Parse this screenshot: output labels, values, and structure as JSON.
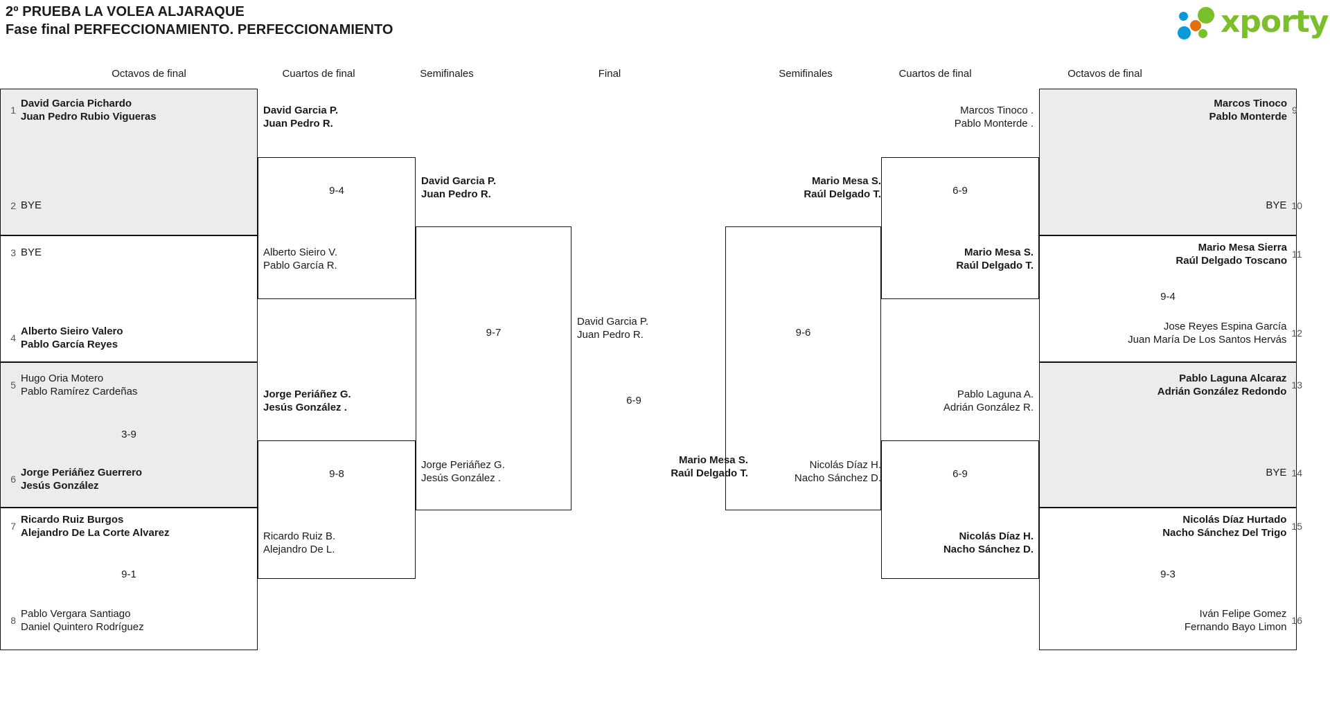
{
  "header": {
    "title_line1": "2º PRUEBA LA VOLEA ALJARAQUE",
    "title_line2": "Fase final PERFECCIONAMIENTO. PERFECCIONAMIENTO",
    "logo_text": "xporty",
    "logo_colors": {
      "green": "#7bbf2a",
      "blue": "#0b9ad6",
      "orange": "#e2710d"
    }
  },
  "round_headers": [
    {
      "label": "Octavos de final"
    },
    {
      "label": "Cuartos de final"
    },
    {
      "label": "Semifinales"
    },
    {
      "label": "Final"
    },
    {
      "label": "Semifinales"
    },
    {
      "label": "Cuartos de final"
    },
    {
      "label": "Octavos de final"
    }
  ],
  "left": {
    "r16": [
      {
        "seed": "1",
        "p1": "David Garcia Pichardo",
        "p2": "Juan Pedro Rubio Vigueras",
        "winner": true,
        "bye": false
      },
      {
        "seed": "2",
        "p1": "BYE",
        "p2": "",
        "winner": false,
        "bye": true
      },
      {
        "seed": "3",
        "p1": "BYE",
        "p2": "",
        "winner": false,
        "bye": true
      },
      {
        "seed": "4",
        "p1": "Alberto Sieiro Valero",
        "p2": "Pablo García Reyes",
        "winner": true,
        "bye": false
      },
      {
        "seed": "5",
        "p1": "Hugo Oria Motero",
        "p2": "Pablo Ramírez Cardeñas",
        "winner": false,
        "bye": false
      },
      {
        "seed": "6",
        "p1": "Jorge Periáñez Guerrero",
        "p2": "Jesús González",
        "winner": true,
        "bye": false
      },
      {
        "seed": "7",
        "p1": "Ricardo Ruiz Burgos",
        "p2": "Alejandro De La Corte Alvarez",
        "winner": true,
        "bye": false
      },
      {
        "seed": "8",
        "p1": "Pablo Vergara Santiago",
        "p2": "Daniel Quintero Rodríguez",
        "winner": false,
        "bye": false
      }
    ],
    "r16_scores": [
      "",
      "3-9",
      "9-1"
    ],
    "qf": [
      {
        "p1": "David Garcia P.",
        "p2": "Juan Pedro R.",
        "winner": true
      },
      {
        "p1": "Alberto Sieiro V.",
        "p2": "Pablo García R.",
        "winner": false
      },
      {
        "p1": "Jorge Periáñez G.",
        "p2": "Jesús González .",
        "winner": true
      },
      {
        "p1": "Ricardo Ruiz B.",
        "p2": "Alejandro De L.",
        "winner": false
      }
    ],
    "qf_scores": [
      "9-4",
      "9-8"
    ],
    "sf": [
      {
        "p1": "David Garcia P.",
        "p2": "Juan Pedro R.",
        "winner": true
      },
      {
        "p1": "Jorge Periáñez G.",
        "p2": "Jesús González .",
        "winner": false
      }
    ],
    "sf_scores": [
      "9-7"
    ],
    "final": {
      "p1": "David Garcia P.",
      "p2": "Juan Pedro R.",
      "winner": false
    }
  },
  "final_score": "6-9",
  "right": {
    "r16": [
      {
        "seed": "9",
        "p1": "Marcos Tinoco",
        "p2": "Pablo Monterde",
        "winner": true,
        "bye": false
      },
      {
        "seed": "10",
        "p1": "BYE",
        "p2": "",
        "winner": false,
        "bye": true
      },
      {
        "seed": "11",
        "p1": "Mario Mesa Sierra",
        "p2": "Raúl Delgado Toscano",
        "winner": true,
        "bye": false
      },
      {
        "seed": "12",
        "p1": "Jose Reyes Espina García",
        "p2": "Juan María De Los Santos Hervás",
        "winner": false,
        "bye": false
      },
      {
        "seed": "13",
        "p1": "Pablo Laguna Alcaraz",
        "p2": "Adrián González Redondo",
        "winner": true,
        "bye": false
      },
      {
        "seed": "14",
        "p1": "BYE",
        "p2": "",
        "winner": false,
        "bye": true
      },
      {
        "seed": "15",
        "p1": "Nicolás Díaz Hurtado",
        "p2": "Nacho Sánchez Del Trigo",
        "winner": true,
        "bye": false
      },
      {
        "seed": "16",
        "p1": "Iván Felipe Gomez",
        "p2": "Fernando Bayo Limon",
        "winner": false,
        "bye": false
      }
    ],
    "r16_scores": [
      "",
      "9-4",
      "",
      "9-3"
    ],
    "qf": [
      {
        "p1": "Marcos Tinoco .",
        "p2": "Pablo Monterde .",
        "winner": false
      },
      {
        "p1": "Mario Mesa S.",
        "p2": "Raúl Delgado T.",
        "winner": true
      },
      {
        "p1": "Pablo Laguna A.",
        "p2": "Adrián González R.",
        "winner": false
      },
      {
        "p1": "Nicolás Díaz H.",
        "p2": "Nacho Sánchez D.",
        "winner": true
      }
    ],
    "qf_scores": [
      "6-9",
      "6-9"
    ],
    "sf": [
      {
        "p1": "Mario Mesa S.",
        "p2": "Raúl Delgado T.",
        "winner": true
      },
      {
        "p1": "Nicolás Díaz H.",
        "p2": "Nacho Sánchez D.",
        "winner": false
      }
    ],
    "sf_scores": [
      "9-6"
    ],
    "final": {
      "p1": "Mario Mesa S.",
      "p2": "Raúl Delgado T.",
      "winner": true
    }
  }
}
